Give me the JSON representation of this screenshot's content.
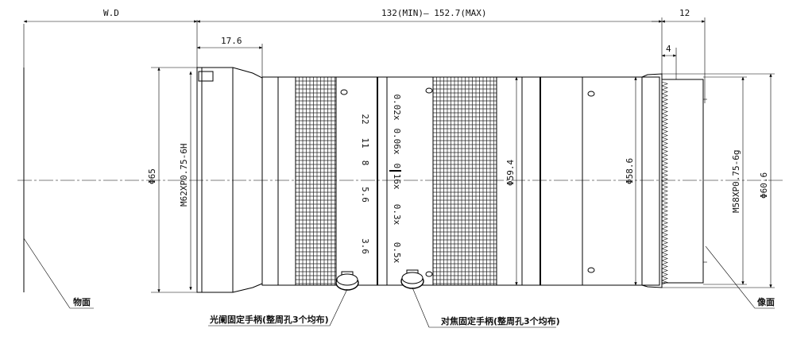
{
  "dimensions": {
    "working_distance": "W.D",
    "length_range": "132(MIN)— 152.7(MAX)",
    "back_length": "12",
    "front_ring": "17.6",
    "back_thread_len": "4"
  },
  "diameters": {
    "front_thread": "M62XP0.75-6H",
    "front_diameter": "Φ65",
    "focus_diameter": "Φ59.4",
    "rear_barrel": "Φ58.6",
    "rear_thread": "M58XP0.75-6g",
    "rear_flange": "Φ60.6"
  },
  "aperture_scale": [
    "22",
    "11",
    "8",
    "5.6",
    "3.6"
  ],
  "magnification_scale": [
    "0.02x",
    "0.06x",
    "0.16x",
    "0.3x",
    "0.5x"
  ],
  "labels": {
    "object_side": "物面",
    "image_side": "像面",
    "aperture_lock": "光阑固定手柄(整周孔3个均布)",
    "focus_lock": "对焦固定手柄(整周孔3个均布)"
  }
}
